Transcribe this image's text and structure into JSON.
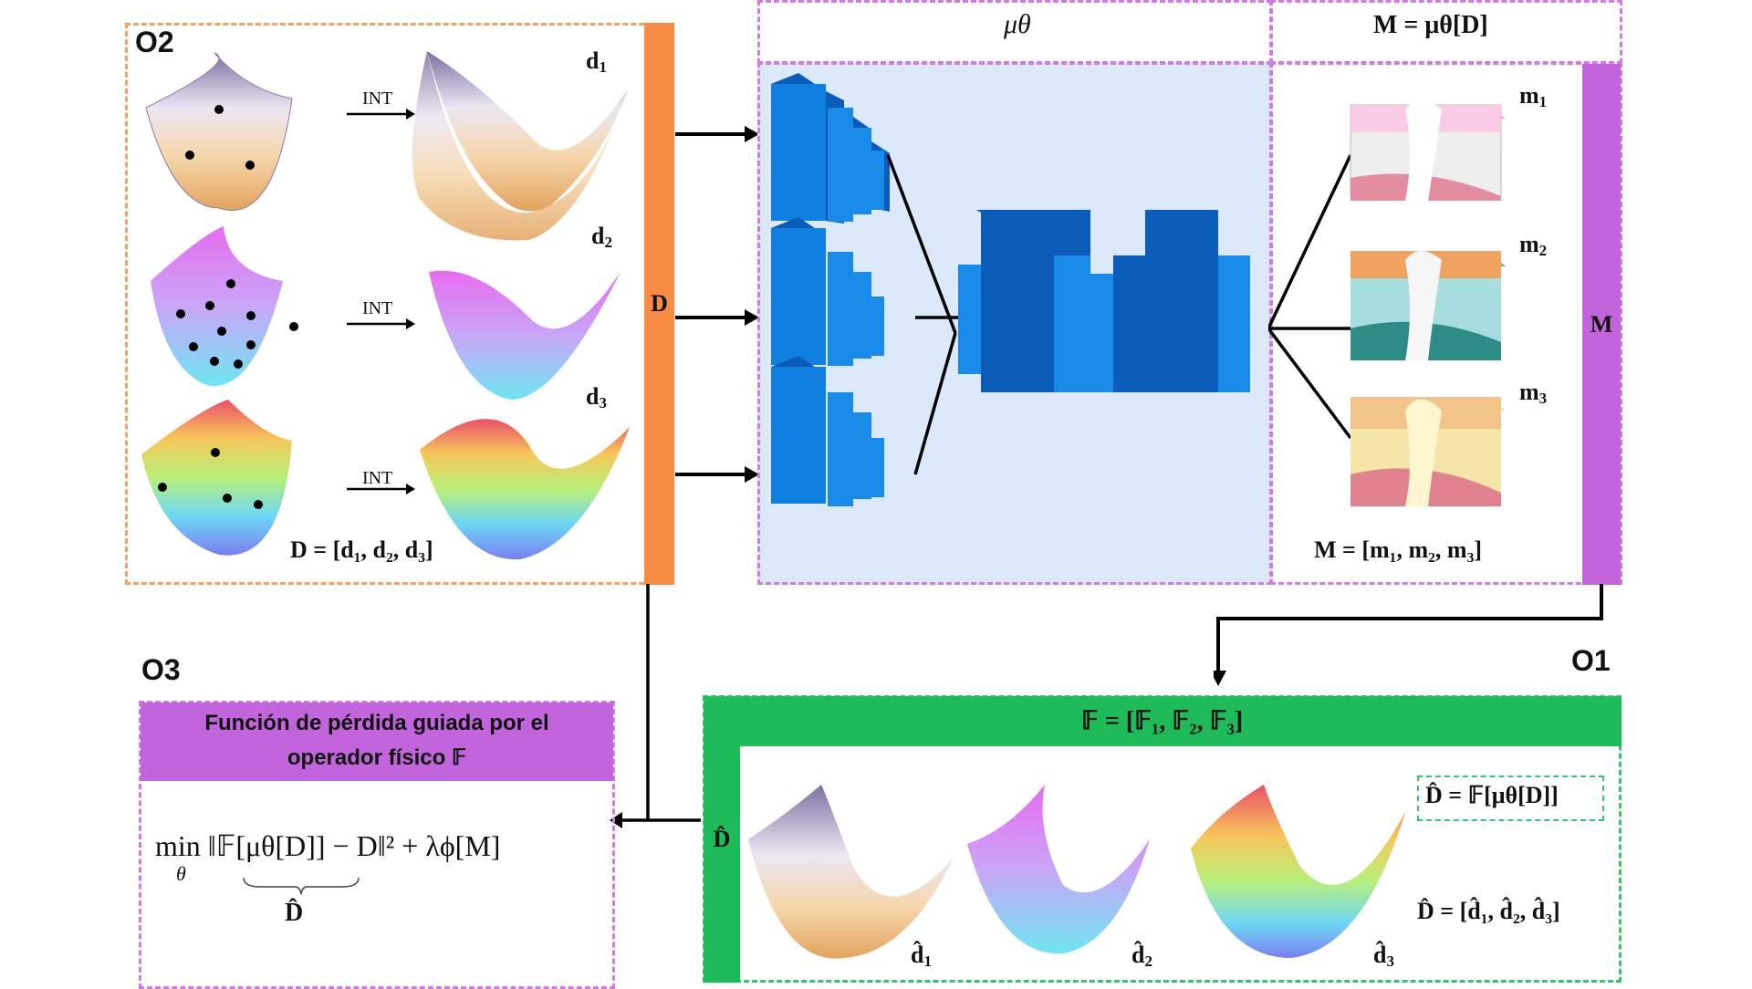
{
  "labels": {
    "o2": "O2",
    "o1": "O1",
    "o3": "O3",
    "d1": "d",
    "d1_sub": "1",
    "d2": "d",
    "d2_sub": "2",
    "d3": "d",
    "d3_sub": "3",
    "int": "INT",
    "D_def": "D = [d₁, d₂, d₃]",
    "D_bar": "D",
    "mu_theta": "μθ",
    "M_eq": "M = μθ[D]",
    "m1": "m",
    "m1_sub": "1",
    "m2": "m",
    "m2_sub": "2",
    "m3": "m",
    "m3_sub": "3",
    "M_bar": "M",
    "M_def": "M = [m₁, m₂, m₃]",
    "F_def": "𝔽 = [𝔽₁, 𝔽₂, 𝔽₃]",
    "Dhat_bar": "D̂",
    "Dhat_eq": "D̂ = 𝔽[μθ[D]]",
    "Dhat_def": "D̂ = [d̂₁, d̂₂, d̂₃]",
    "dhat1": "d̂",
    "dhat1_sub": "1",
    "dhat2": "d̂",
    "dhat2_sub": "2",
    "dhat3": "d̂",
    "dhat3_sub": "3",
    "loss_title_line1": "Función de pérdida guiada por el",
    "loss_title_line2": "operador físico 𝔽",
    "loss_formula": "min ‖𝔽[μθ[D]] − D‖² + λϕ[M]",
    "loss_min_sub": "θ",
    "loss_underbrace": "D̂"
  },
  "colors": {
    "orange": "#f98c45",
    "purple": "#c264dc",
    "green": "#1fbb5a",
    "network_bg": "#dce9fb",
    "block_front": "#1a8ae8",
    "block_side": "#0b5cb8"
  }
}
